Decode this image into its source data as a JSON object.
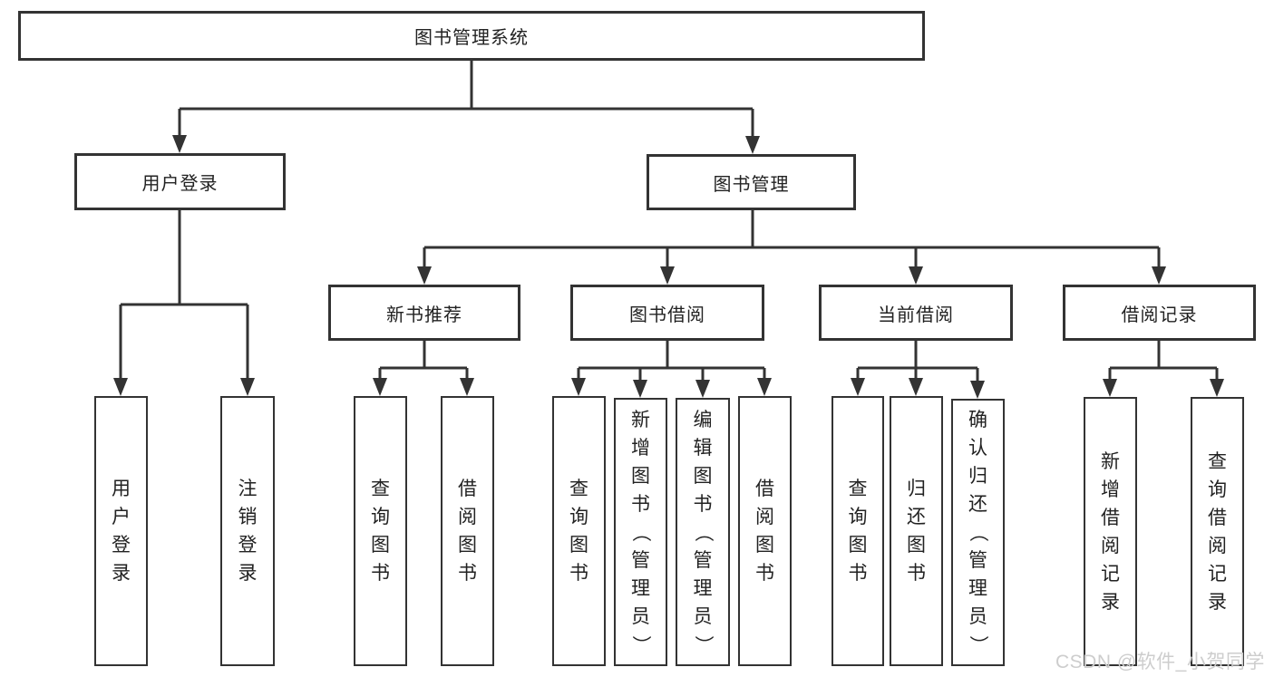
{
  "diagram": {
    "type": "tree-diagram",
    "background": "#ffffff",
    "line_color": "#333333",
    "text_color": "#222222",
    "watermark": {
      "text": "CSDN @软件_小贺同学",
      "color": "#cdcdcd"
    },
    "tree": {
      "label": "图书管理系统",
      "children": [
        {
          "label": "用户登录",
          "children": [
            {
              "label": "用户登录"
            },
            {
              "label": "注销登录"
            }
          ]
        },
        {
          "label": "图书管理",
          "children": [
            {
              "label": "新书推荐",
              "children": [
                {
                  "label": "查询图书"
                },
                {
                  "label": "借阅图书"
                }
              ]
            },
            {
              "label": "图书借阅",
              "children": [
                {
                  "label": "查询图书"
                },
                {
                  "label": "新增图书（管理员）"
                },
                {
                  "label": "编辑图书（管理员）"
                },
                {
                  "label": "借阅图书"
                }
              ]
            },
            {
              "label": "当前借阅",
              "children": [
                {
                  "label": "查询图书"
                },
                {
                  "label": "归还图书"
                },
                {
                  "label": "确认归还（管理员）"
                }
              ]
            },
            {
              "label": "借阅记录",
              "children": [
                {
                  "label": "新增借阅记录"
                },
                {
                  "label": "查询借阅记录"
                }
              ]
            }
          ]
        }
      ]
    }
  }
}
